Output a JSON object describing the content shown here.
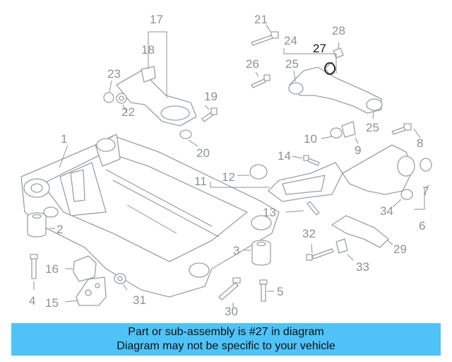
{
  "banner": {
    "line1": "Part or sub-assembly is #27 in diagram",
    "line2": "Diagram may not be specific to your vehicle"
  },
  "highlight_color": "#4fc3f7",
  "highlighted_part": "27",
  "callouts": [
    "1",
    "2",
    "3",
    "4",
    "5",
    "6",
    "7",
    "8",
    "9",
    "10",
    "11",
    "12",
    "13",
    "14",
    "15",
    "16",
    "17",
    "18",
    "19",
    "20",
    "21",
    "22",
    "23",
    "24",
    "25",
    "25",
    "26",
    "27",
    "28",
    "29",
    "30",
    "31",
    "32",
    "33",
    "34"
  ]
}
